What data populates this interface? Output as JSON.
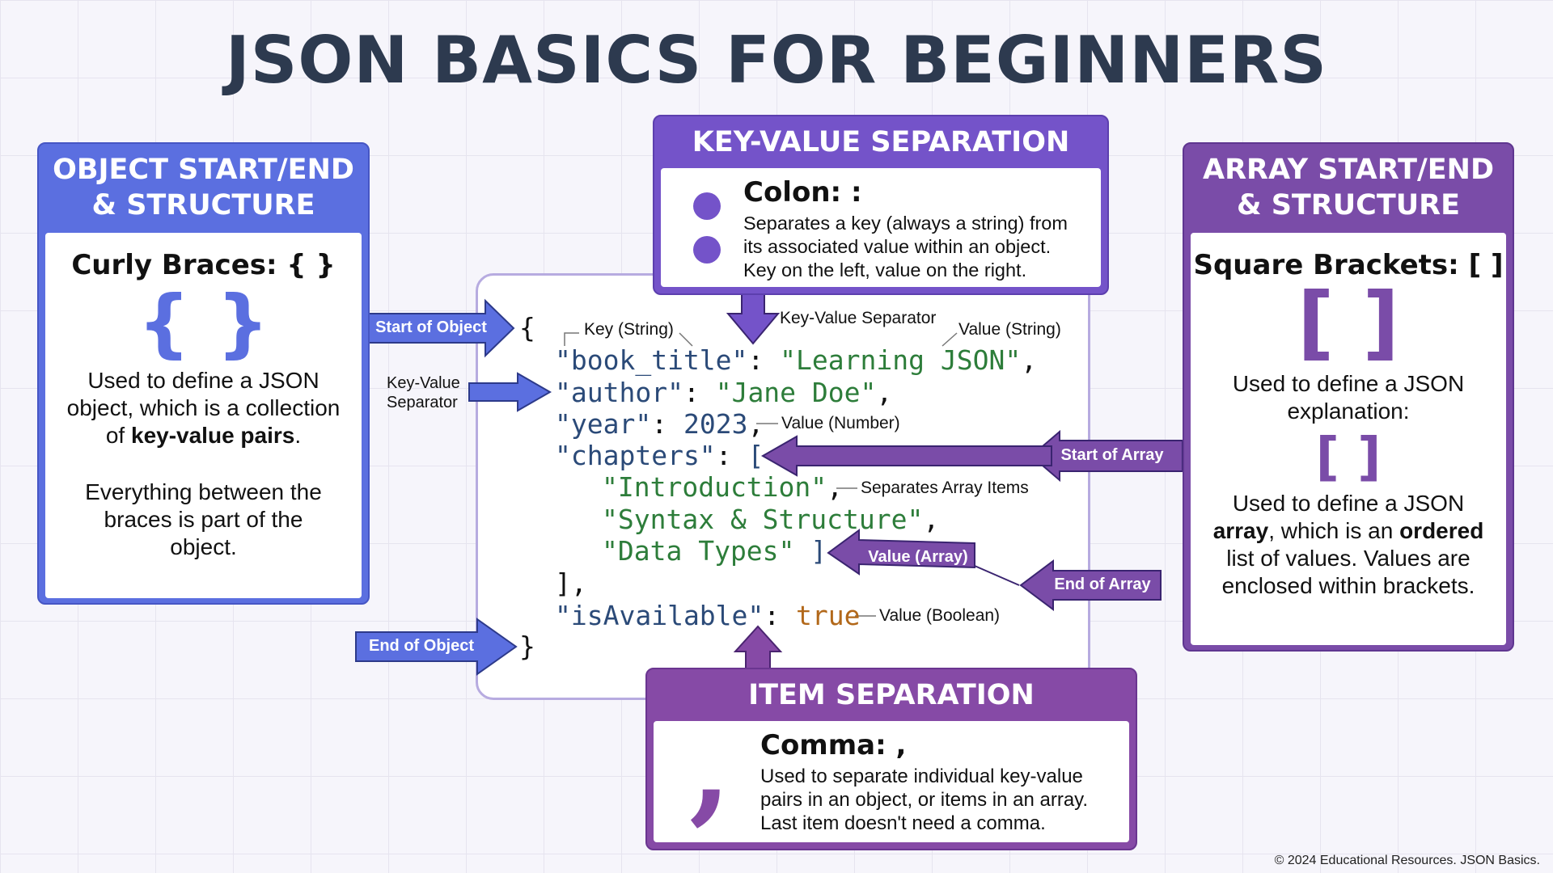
{
  "title": "JSON BASICS FOR BEGINNERS",
  "colors": {
    "object_blue": "#5b6fe0",
    "keyvalue_purple": "#7453c9",
    "array_purple": "#7a4ca8",
    "item_purple": "#864aa6",
    "code_key": "#2b4a78",
    "code_string": "#2d7d3a",
    "code_boolean": "#b2681a"
  },
  "object_panel": {
    "header_line1": "OBJECT START/END",
    "header_line2": "& STRUCTURE",
    "subtitle": "Curly Braces: { }",
    "icon": "curly-braces-icon",
    "icon_text": "{ }",
    "desc_line1": "Used to define a JSON",
    "desc_line2": "object, which is a collection",
    "desc_line3_pre": "of ",
    "desc_line3_bold": "key-value pairs",
    "desc_line3_post": ".",
    "desc2_line1": "Everything between the",
    "desc2_line2": "braces is part of the",
    "desc2_line3": "object."
  },
  "keyvalue_panel": {
    "header": "KEY-VALUE SEPARATION",
    "icon": "colon-icon",
    "subtitle": "Colon: :",
    "desc_line1": "Separates a key (always a string) from",
    "desc_line2": "its associated value within an object.",
    "desc_line3": "Key on the left, value on the right."
  },
  "array_panel": {
    "header_line1": "ARRAY START/END",
    "header_line2": "& STRUCTURE",
    "subtitle": "Square Brackets: [ ]",
    "icon": "square-brackets-icon",
    "icon_text": "[ ]",
    "desc_line1": "Used to define a JSON",
    "desc_line2": "explanation:",
    "small_icon_text": "[ ]",
    "desc2_line1": "Used to define a JSON",
    "desc2_line2_bold1": "array",
    "desc2_line2_mid": ", which is an ",
    "desc2_line2_bold2": "ordered",
    "desc2_line3": "list of values. Values are",
    "desc2_line4": "enclosed within brackets."
  },
  "item_panel": {
    "header": "ITEM SEPARATION",
    "icon": "comma-icon",
    "subtitle": "Comma: ,",
    "desc_line1": "Used to separate individual key-value",
    "desc_line2": "pairs in an object, or items in an array.",
    "desc_line3": "Last item doesn't need a comma."
  },
  "code": {
    "open_brace": "{",
    "close_brace": "}",
    "line1_key": "\"book_title\"",
    "line1_value": "\"Learning JSON\"",
    "line2_key": "\"author\"",
    "line2_value": "\"Jane Doe\"",
    "line3_key": "\"year\"",
    "line3_value": "2023",
    "line4_key": "\"chapters\"",
    "line4_open": "[",
    "item1": "\"Introduction\"",
    "item2": "\"Syntax & Structure\"",
    "item3": "\"Data Types\"",
    "item3_close": "]",
    "close_bracket": "],",
    "line5_key": "\"isAvailable\"",
    "line5_value": "true",
    "colon": ":",
    "comma": ","
  },
  "annotations": {
    "key_string": "Key (String)",
    "key_value_separator": "Key-Value Separator",
    "value_string": "Value (String)",
    "value_number": "Value (Number)",
    "separates_array_items": "Separates Array Items",
    "value_boolean": "Value (Boolean)"
  },
  "arrows": {
    "start_of_object": "Start of Object",
    "key_value_separator_line1": "Key-Value",
    "key_value_separator_line2": "Separator",
    "end_of_object": "End of Object",
    "start_of_array": "Start of Array",
    "value_array": "Value (Array)",
    "end_of_array": "End of Array"
  },
  "footer": "© 2024 Educational Resources. JSON Basics."
}
